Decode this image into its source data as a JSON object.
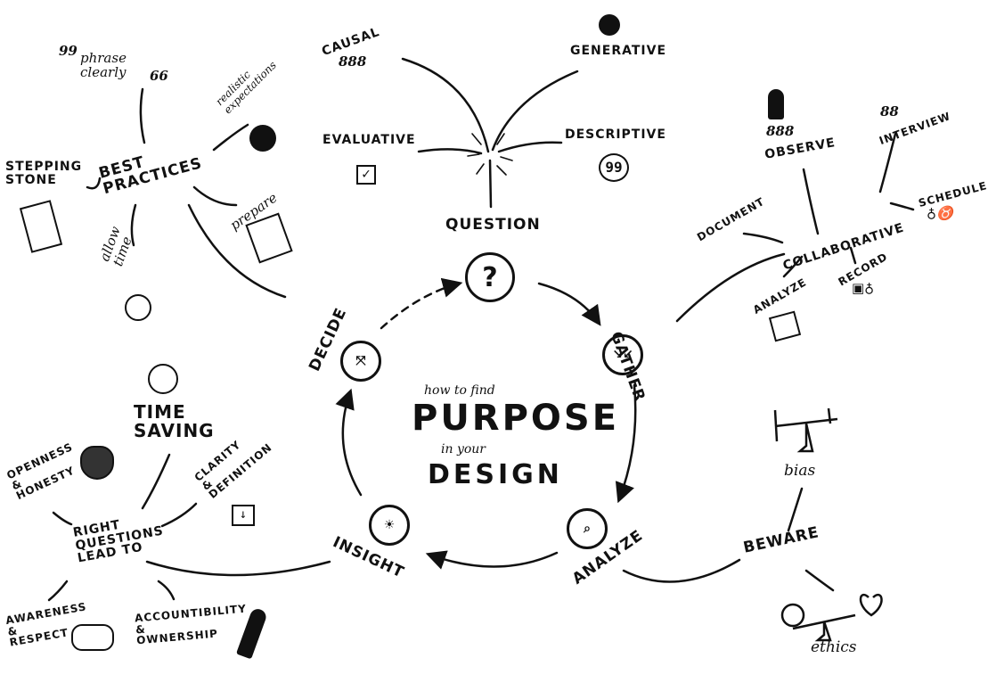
{
  "center": {
    "line1": "how to find",
    "line2": "PURPOSE",
    "line3": "in your",
    "line4": "DESIGN"
  },
  "cycle": {
    "question": "QUESTION",
    "gather": "GATHER",
    "analyze": "ANALYZE",
    "insight": "INSIGHT",
    "decide": "DECIDE"
  },
  "question_types": {
    "causal": "CAUSAL",
    "generative": "GENERATIVE",
    "evaluative": "EVALUATIVE",
    "descriptive": "DESCRIPTIVE"
  },
  "best_practices": {
    "title": "BEST\nPRACTICES",
    "phrase": "phrase\nclearly",
    "quote_open": "99",
    "quote_close": "66",
    "realistic": "realistic\nexpectations",
    "stepping": "STEPPING\nSTONE",
    "prepare": "prepare",
    "allow_time": "allow\ntime"
  },
  "collaborative": {
    "title": "COLLABORATIVE",
    "observe": "OBSERVE",
    "observe_marks": "888",
    "interview": "INTERVIEW",
    "interview_marks": "88",
    "document": "DOCUMENT",
    "schedule": "SCHEDULE",
    "analyze": "ANALYZE",
    "record": "RECORD"
  },
  "beware": {
    "title": "BEWARE",
    "bias": "bias",
    "ethics": "ethics"
  },
  "right_questions": {
    "title": "RIGHT\nQUESTIONS\nLEAD TO",
    "time_saving": "TIME\nSAVING",
    "openness": "OPENNESS\n&\nHONESTY",
    "clarity": "CLARITY\n&\nDEFINITION",
    "awareness": "AWARENESS\n&\nRESPECT",
    "accountability": "ACCOUNTIBILITY\n&\nOWNERSHIP"
  },
  "icons": [
    "question-mark-icon",
    "gather-arrows-icon",
    "magnifier-chart-icon",
    "lightbulb-icon",
    "decide-arrows-icon",
    "checkbox-icon",
    "quote-icon",
    "globe-icon",
    "yin-yang-icon",
    "clipboard-icon",
    "checklist-icon",
    "stopwatch-icon",
    "person-icon",
    "balance-scale-icon",
    "heart-icon",
    "brain-icon",
    "hands-heart-icon",
    "handshake-icon",
    "key-icon",
    "download-box-icon"
  ]
}
